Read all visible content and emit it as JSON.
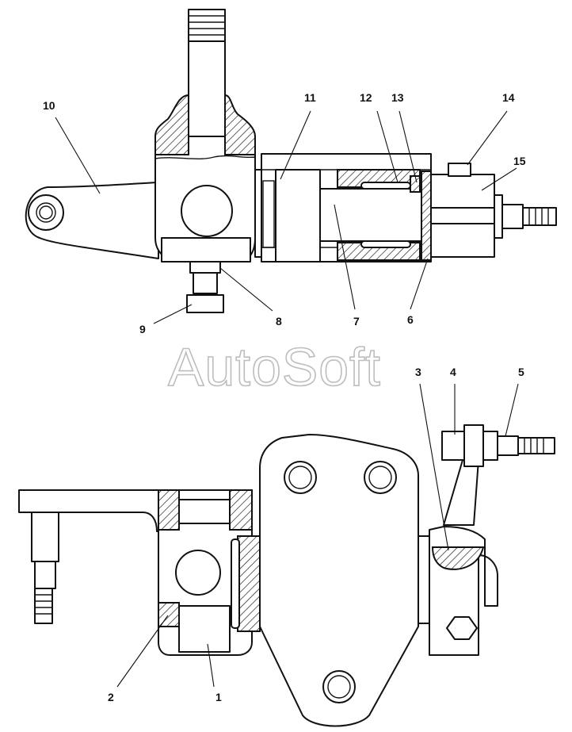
{
  "watermark": "AutoSoft",
  "colors": {
    "line": "#111111",
    "watermark": "#bdbdbd",
    "background": "#ffffff"
  },
  "top_view": {
    "callouts": [
      "10",
      "11",
      "12",
      "13",
      "14",
      "15",
      "9",
      "8",
      "7",
      "6"
    ]
  },
  "bottom_view": {
    "callouts": [
      "3",
      "4",
      "5",
      "2",
      "1"
    ]
  }
}
